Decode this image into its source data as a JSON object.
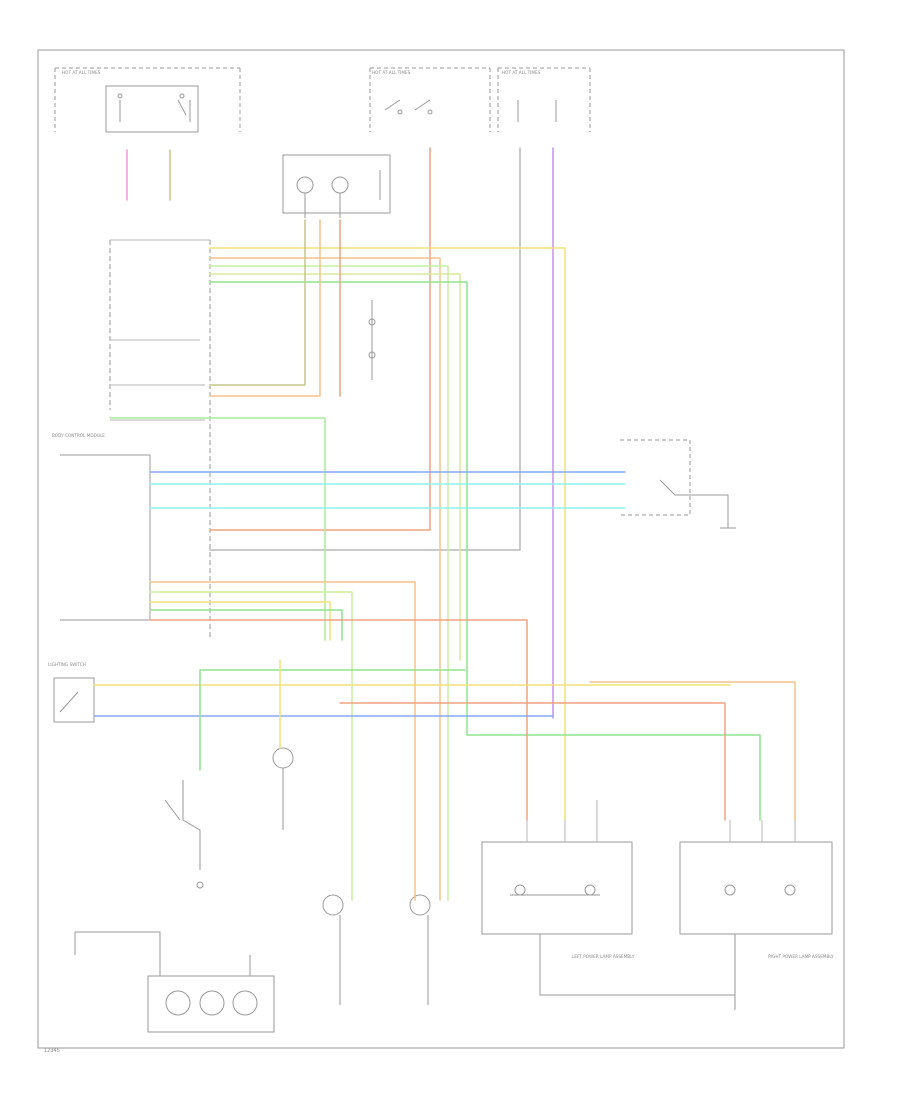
{
  "diagram": {
    "wire_colors": {
      "yellow": "#f1e27a",
      "orange": "#f2c48a",
      "green": "#8fe38f",
      "lightgreen": "#c7efa0",
      "blue": "#8aa7f2",
      "cyan": "#8ff0ee",
      "red": "#f0a382",
      "violet": "#c58ff0",
      "pink": "#f09ad9",
      "olive": "#c8c68a",
      "gray": "#b9b9b9"
    },
    "modules": {
      "body_control": "BODY CONTROL MODULE",
      "lighting_switch": "LIGHTING SWITCH",
      "left_lamp": "LEFT POWER LAMP ASSEMBLY",
      "right_lamp": "RIGHT POWER LAMP ASSEMBLY",
      "hot_at_all_times_a": "HOT AT ALL TIMES",
      "hot_at_all_times_b": "HOT AT ALL TIMES",
      "hot_at_all_times_c": "HOT AT ALL TIMES"
    },
    "footer_code": "12345"
  }
}
